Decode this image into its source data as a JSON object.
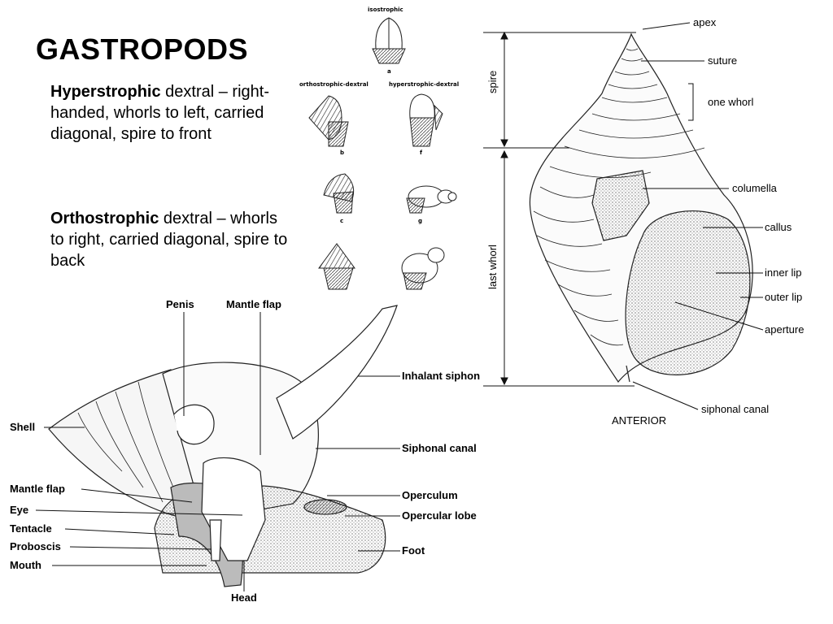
{
  "title": "GASTROPODS",
  "hyper": {
    "term": "Hyperstrophic",
    "text": " dextral – right-handed, whorls to left, carried diagonal, spire to front"
  },
  "ortho": {
    "term": "Orthostrophic",
    "text": " dextral – whorls to right, carried diagonal, spire to back"
  },
  "coiling": {
    "isostrophic": "isostrophic",
    "orthostrophic_dextral": "orthostrophic-dextral",
    "hyperstrophic_dextral": "hyperstrophic-dextral",
    "letters": [
      "a",
      "b",
      "f",
      "c",
      "g"
    ]
  },
  "shell": {
    "apex": "apex",
    "suture": "suture",
    "one_whorl": "one whorl",
    "spire": "spire",
    "columella": "columella",
    "callus": "callus",
    "last_whorl": "last whorl",
    "inner_lip": "inner lip",
    "outer_lip": "outer lip",
    "aperture": "aperture",
    "siphonal_canal": "siphonal canal",
    "anterior": "ANTERIOR"
  },
  "anatomy": {
    "penis": "Penis",
    "mantle_flap_top": "Mantle flap",
    "inhalant_siphon": "Inhalant siphon",
    "shell": "Shell",
    "siphonal_canal": "Siphonal canal",
    "mantle_flap": "Mantle flap",
    "operculum": "Operculum",
    "eye": "Eye",
    "opercular_lobe": "Opercular lobe",
    "tentacle": "Tentacle",
    "proboscis": "Proboscis",
    "foot": "Foot",
    "mouth": "Mouth",
    "head": "Head"
  }
}
